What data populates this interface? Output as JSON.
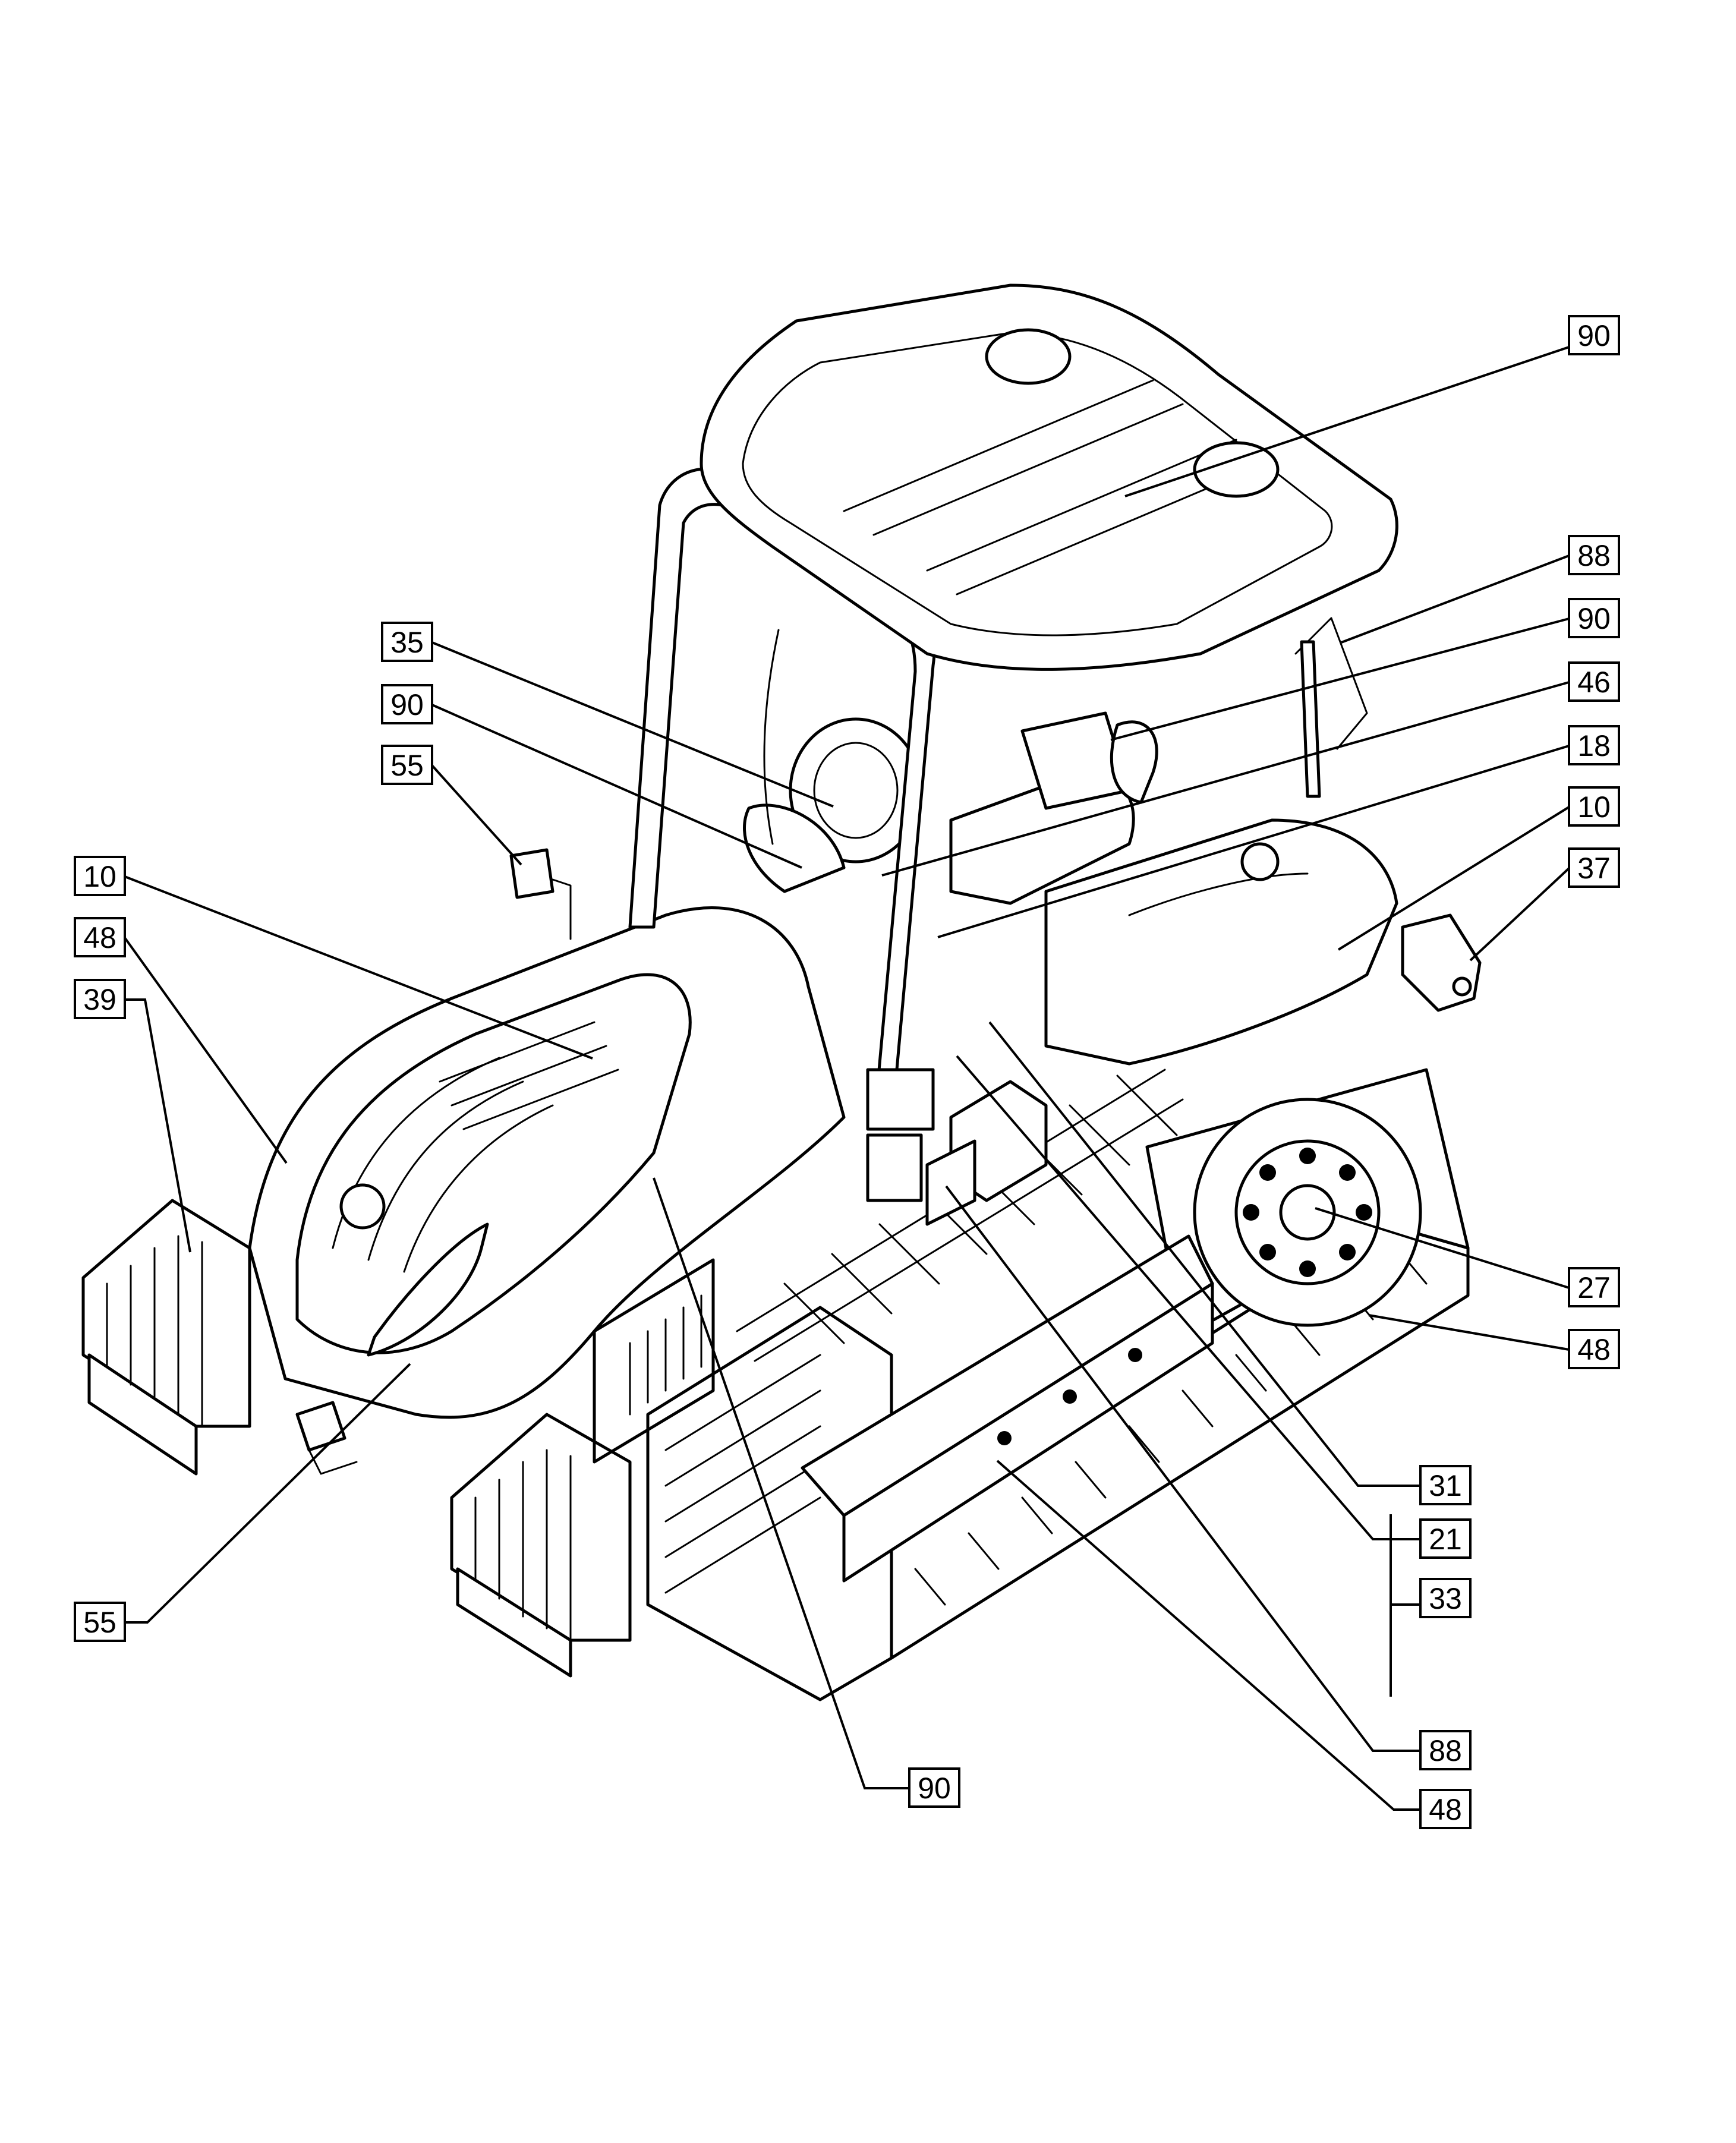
{
  "diagram": {
    "subject": "tracked-tractor-decal-locations",
    "callouts": [
      {
        "id": "c-90-roof",
        "label": "90"
      },
      {
        "id": "c-88-right",
        "label": "88"
      },
      {
        "id": "c-90-cab",
        "label": "90"
      },
      {
        "id": "c-46",
        "label": "46"
      },
      {
        "id": "c-18",
        "label": "18"
      },
      {
        "id": "c-10-right",
        "label": "10"
      },
      {
        "id": "c-37",
        "label": "37"
      },
      {
        "id": "c-35",
        "label": "35"
      },
      {
        "id": "c-90-seat",
        "label": "90"
      },
      {
        "id": "c-55-top",
        "label": "55"
      },
      {
        "id": "c-10-left",
        "label": "10"
      },
      {
        "id": "c-48-left",
        "label": "48"
      },
      {
        "id": "c-39",
        "label": "39"
      },
      {
        "id": "c-27",
        "label": "27"
      },
      {
        "id": "c-48-right",
        "label": "48"
      },
      {
        "id": "c-31",
        "label": "31"
      },
      {
        "id": "c-21",
        "label": "21"
      },
      {
        "id": "c-33",
        "label": "33"
      },
      {
        "id": "c-55-bottom",
        "label": "55"
      },
      {
        "id": "c-88-bottom",
        "label": "88"
      },
      {
        "id": "c-90-bottom",
        "label": "90"
      },
      {
        "id": "c-48-bottom",
        "label": "48"
      }
    ]
  }
}
